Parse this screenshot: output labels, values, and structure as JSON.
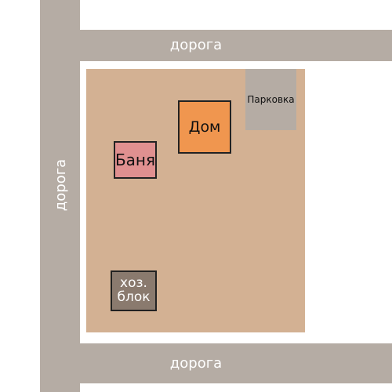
{
  "roads": {
    "top_label": "дорога",
    "left_label": "дорога",
    "bottom_label": "дорога"
  },
  "buildings": {
    "parking": "Парковка",
    "house": "Дом",
    "bath": "Баня",
    "shed_line1": "хоз.",
    "shed_line2": "блок"
  },
  "colors": {
    "road": "#b5aca4",
    "plot": "#d3b193",
    "house": "#f0964f",
    "bath": "#e09090",
    "shed": "#8a7a6e",
    "parking": "#b5aca4"
  }
}
